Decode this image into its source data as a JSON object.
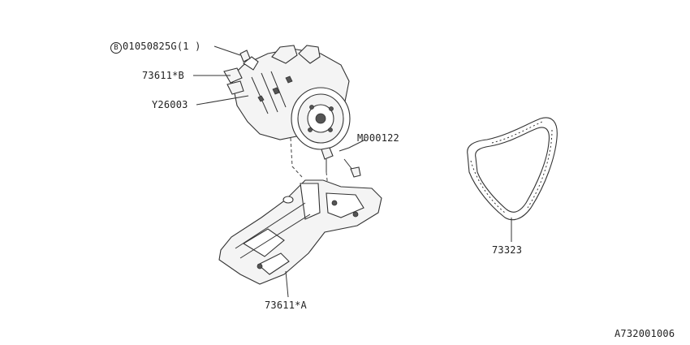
{
  "diagram": {
    "callouts": [
      {
        "id": "bolt",
        "prefix_icon": "B",
        "text": "01050825G(1  )"
      },
      {
        "id": "bracket-b",
        "text": "73611*B"
      },
      {
        "id": "compressor",
        "text": "Y26003"
      },
      {
        "id": "stud",
        "text": "M000122"
      },
      {
        "id": "belt",
        "text": "73323"
      },
      {
        "id": "bracket-a",
        "text": "73611*A"
      }
    ],
    "figure_code": "A732001006"
  }
}
